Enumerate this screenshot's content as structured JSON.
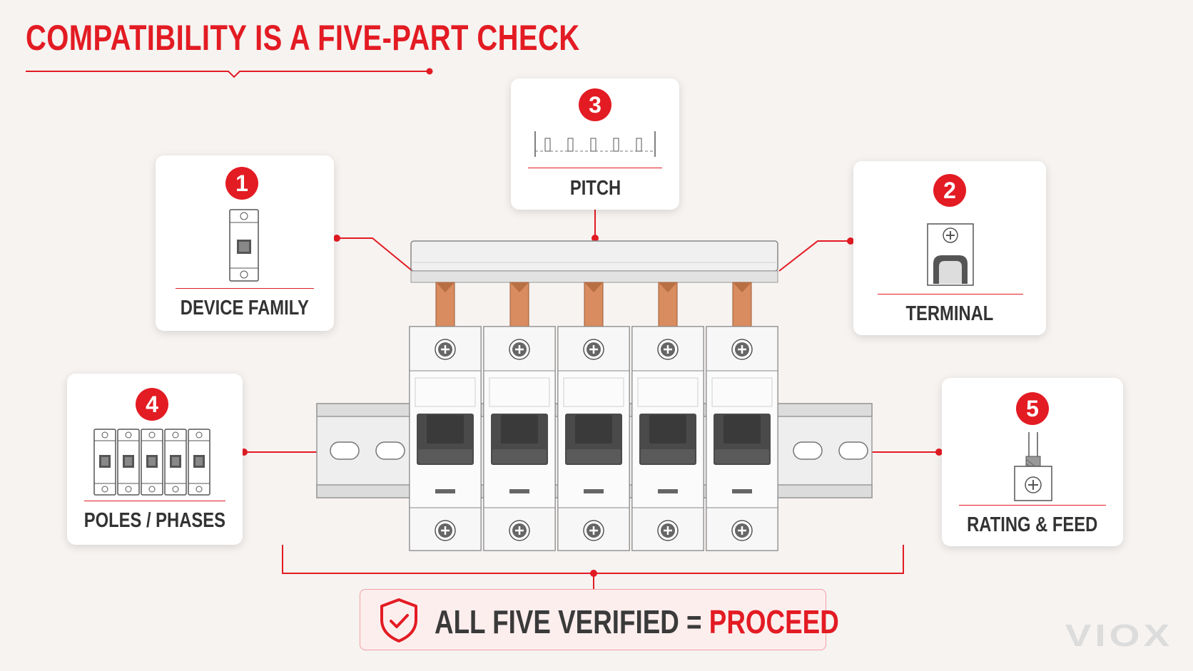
{
  "title": "COMPATIBILITY IS A FIVE-PART CHECK",
  "cards": {
    "device_family": {
      "number": "1",
      "label": "DEVICE FAMILY"
    },
    "terminal": {
      "number": "2",
      "label": "TERMINAL"
    },
    "pitch": {
      "number": "3",
      "label": "PITCH"
    },
    "poles_phases": {
      "number": "4",
      "label": "POLES / PHASES"
    },
    "rating_feed": {
      "number": "5",
      "label": "RATING & FEED"
    }
  },
  "verify": {
    "main": "ALL FIVE VERIFIED",
    "eq": " = ",
    "proceed": "PROCEED"
  },
  "logo": "VIOX",
  "colors": {
    "accent": "#e31b23",
    "copper": "#d98c5f",
    "handle": "#4a4a4a",
    "background": "#f6f3f1"
  }
}
